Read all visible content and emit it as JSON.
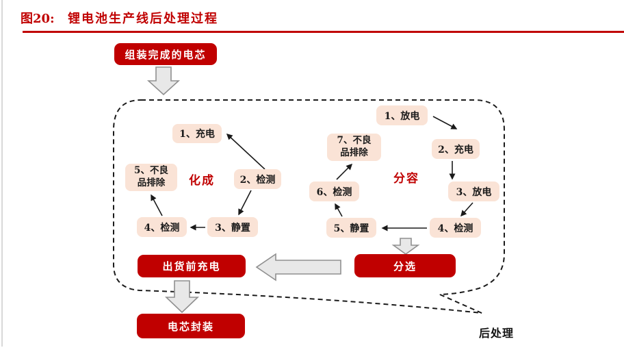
{
  "figure": {
    "label": "图20:",
    "title": "锂电池生产线后处理过程"
  },
  "colors": {
    "accent_red": "#c00000",
    "node_fill": "#fae3d6",
    "block_arrow_fill": "#e8e8e8",
    "block_arrow_stroke": "#8f8f8f",
    "dash_line": "#1a1a1a"
  },
  "flow": {
    "start_box": "组装完成的电芯",
    "formation": {
      "label": "化成",
      "steps": [
        "1、充电",
        "2、检测",
        "3、静置",
        "4、检测",
        {
          "line1": "5、不良",
          "line2": "品排除"
        }
      ]
    },
    "grading": {
      "label": "分容",
      "steps": [
        "1、放电",
        "2、充电",
        "3、放电",
        "4、检测",
        "5、静置",
        "6、检测",
        {
          "line1": "7、不良",
          "line2": "品排除"
        }
      ]
    },
    "sorting_box": "分选",
    "preship_box": "出货前充电",
    "packaging_box": "电芯封装",
    "callout_label": "后处理"
  }
}
